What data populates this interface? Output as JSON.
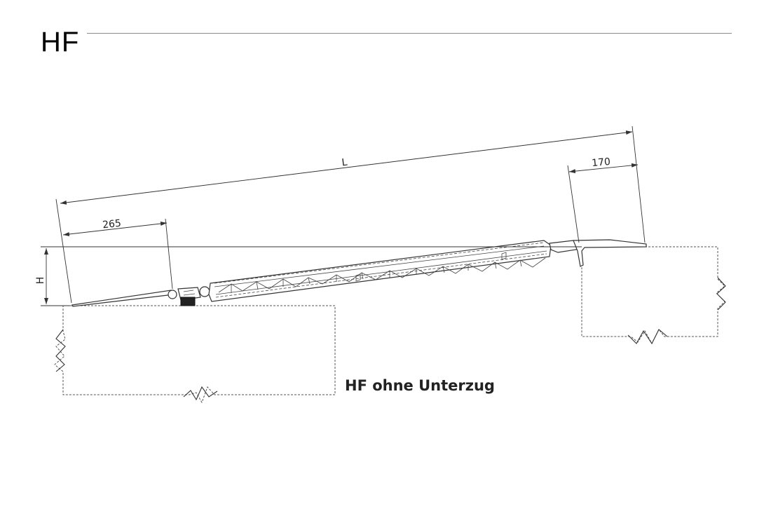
{
  "title": "HF",
  "caption": "HF ohne Unterzug",
  "dimensions": {
    "overall_length": "L",
    "left_lip": "265",
    "right_lip": "170",
    "height": "H"
  }
}
